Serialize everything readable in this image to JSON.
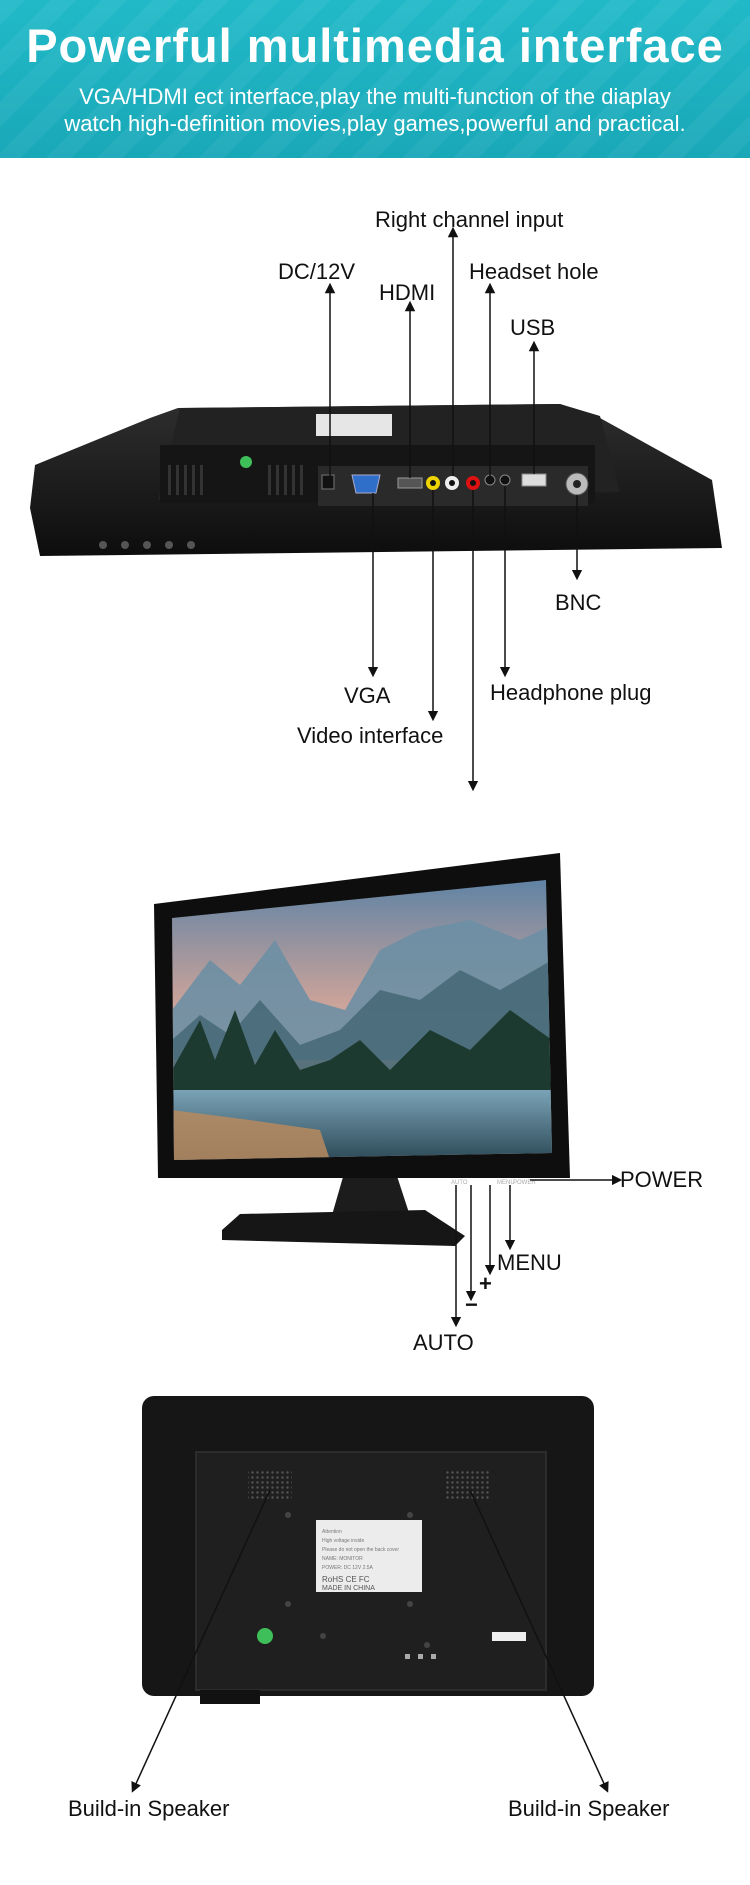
{
  "banner": {
    "title": "Powerful multimedia interface",
    "subtitle_line1": "VGA/HDMI ect interface,play the multi-function of the diaplay",
    "subtitle_line2": "watch high-definition movies,play games,powerful and practical."
  },
  "ports": {
    "right_channel_input": "Right channel input",
    "dc_12v": "DC/12V",
    "hdmi": "HDMI",
    "headset_hole": "Headset hole",
    "usb": "USB",
    "bnc": "BNC",
    "vga": "VGA",
    "headphone_plug": "Headphone plug",
    "video_interface": "Video interface"
  },
  "buttons": {
    "power": "POWER",
    "menu": "MENU",
    "plus": "+",
    "minus": "−",
    "auto": "AUTO"
  },
  "back": {
    "speaker_left": "Build-in Speaker",
    "speaker_right": "Build-in Speaker",
    "sticker_made_in": "MADE IN CHINA",
    "sticker_cert": "RoHS CE FC"
  },
  "colors": {
    "banner": "#1fb3c3",
    "monitor_body": "#1a1a1a"
  }
}
